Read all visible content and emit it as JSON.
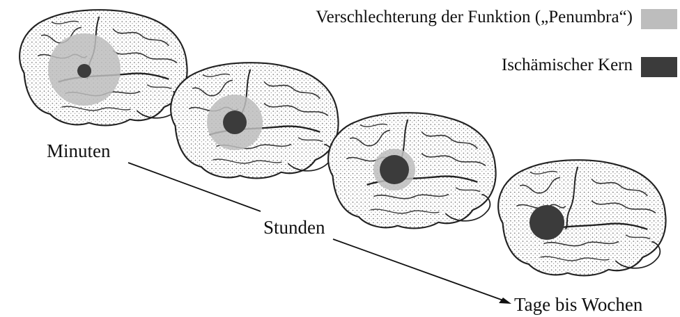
{
  "legend": [
    {
      "label": "Verschlechterung der Funktion („Penumbra“)",
      "color": "#bdbdbd"
    },
    {
      "label": "Ischämischer Kern",
      "color": "#3b3b3b"
    }
  ],
  "timeline": {
    "start": "Minuten",
    "middle": "Stunden",
    "end": "Tage bis Wochen"
  },
  "colors": {
    "penumbra": "#bdbdbd",
    "core": "#3b3b3b",
    "outline": "#222222"
  },
  "icons": {
    "brain": "brain-lateral-view-illustration",
    "arrow": "arrow-head-icon"
  }
}
